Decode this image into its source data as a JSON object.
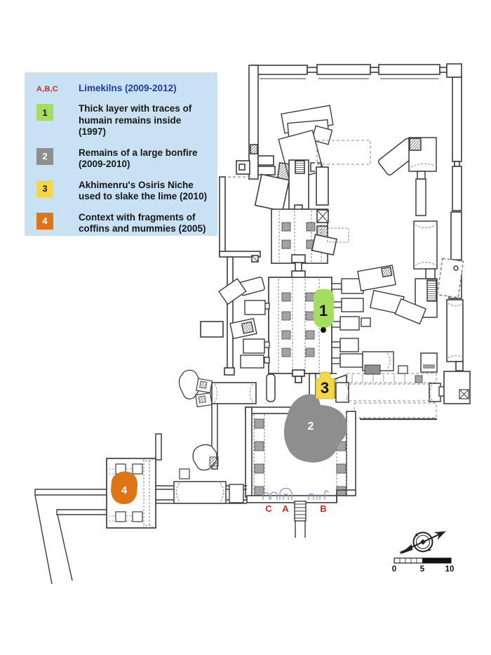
{
  "legend": {
    "abc_label": "A,B,C",
    "title": "Limekilns (2009-2012)",
    "items": [
      {
        "num": "1",
        "text": "Thick layer with traces of humain remains inside (1997)",
        "color": "#a5de5f",
        "num_color": "#1a1a1a"
      },
      {
        "num": "2",
        "text": "Remains of a large bonfire (2009-2010)",
        "color": "#8e8e8e",
        "num_color": "#ffffff"
      },
      {
        "num": "3",
        "text": "Akhimenru's Osiris Niche used to slake the lime (2010)",
        "color": "#f3d747",
        "num_color": "#1a1a1a"
      },
      {
        "num": "4",
        "text": "Context with fragments of coffins and mummies (2005)",
        "color": "#dd7517",
        "num_color": "#ffffff"
      }
    ]
  },
  "map": {
    "markers": {
      "m1": {
        "label": "1",
        "color": "#a5de5f",
        "label_color": "#111111"
      },
      "m2": {
        "label": "2",
        "color": "#8e8e8e",
        "label_color": "#ffffff"
      },
      "m3": {
        "label": "3",
        "color": "#f3d747",
        "label_color": "#111111"
      },
      "m4": {
        "label": "4",
        "color": "#dd7517",
        "label_color": "#ffffff"
      }
    },
    "kiln_labels": {
      "c": "C",
      "a": "A",
      "b": "B"
    },
    "scale_bar": {
      "start": "0",
      "mid": "5",
      "end": "10"
    }
  },
  "colors": {
    "legend_bg": "#c8e2f4",
    "title_blue": "#2236b8",
    "label_red": "#d6281e",
    "kiln_outline": "#8e96cf",
    "wall": "#3c3c3c"
  }
}
